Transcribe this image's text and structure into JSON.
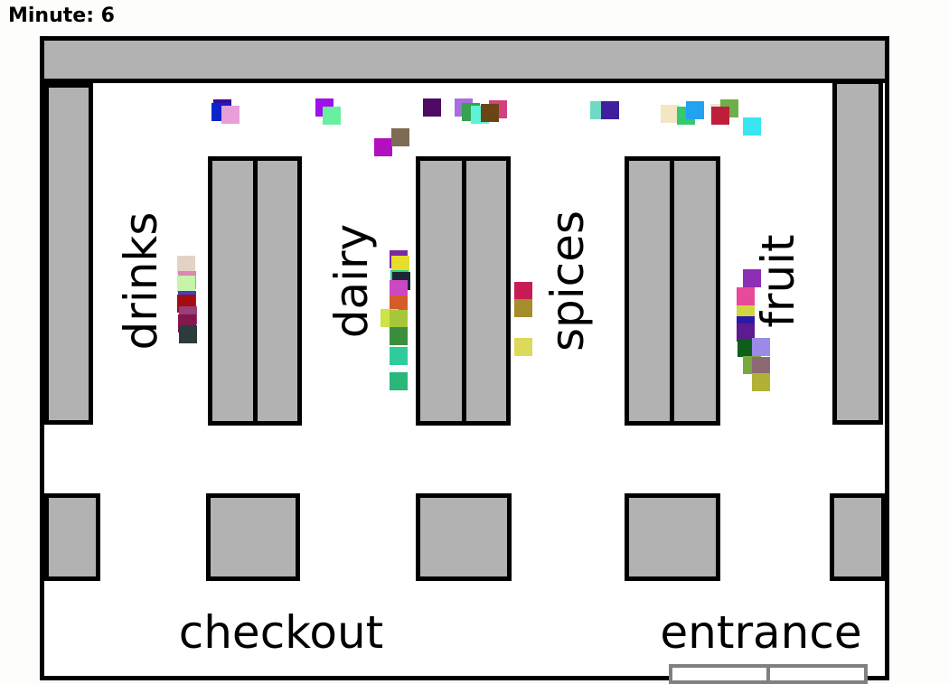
{
  "hud": {
    "minute_label": "Minute: 6"
  },
  "sections": {
    "drinks": "drinks",
    "dairy": "dairy",
    "spices": "spices",
    "fruit": "fruit",
    "checkout": "checkout",
    "entrance": "entrance"
  },
  "shopper_colors": [
    "#3a0c9e",
    "#0a26c8",
    "#e79ed9",
    "#a010ea",
    "#67f09f",
    "#4f0a66",
    "#a96de0",
    "#35a34f",
    "#5df3d6",
    "#d2417e",
    "#6c4516",
    "#70d9c6",
    "#3f1f9e",
    "#f3e6c4",
    "#36c96f",
    "#21a3f0",
    "#e5e5d5",
    "#6fae48",
    "#c01d3b",
    "#38e6f2",
    "#b20fbf",
    "#7d6b53",
    "#e3d2c6",
    "#db87b0",
    "#c6f4a8",
    "#4240c8",
    "#a40c13",
    "#9a3d78",
    "#81174d",
    "#2c3b3b",
    "#7a2aa0",
    "#e5de2b",
    "#2ecf92",
    "#1b2733",
    "#cc47c2",
    "#d45c29",
    "#cfe246",
    "#a7c73a",
    "#3b8e3b",
    "#2ecc9c",
    "#2ab77a",
    "#c81c54",
    "#a58d2b",
    "#ddd95b",
    "#8d2fb5",
    "#e84a9b",
    "#cfd640",
    "#2a1aa5",
    "#5d1a91",
    "#0c5e1a",
    "#9c8ae8",
    "#7aa640",
    "#8d6a73",
    "#b1b235"
  ]
}
